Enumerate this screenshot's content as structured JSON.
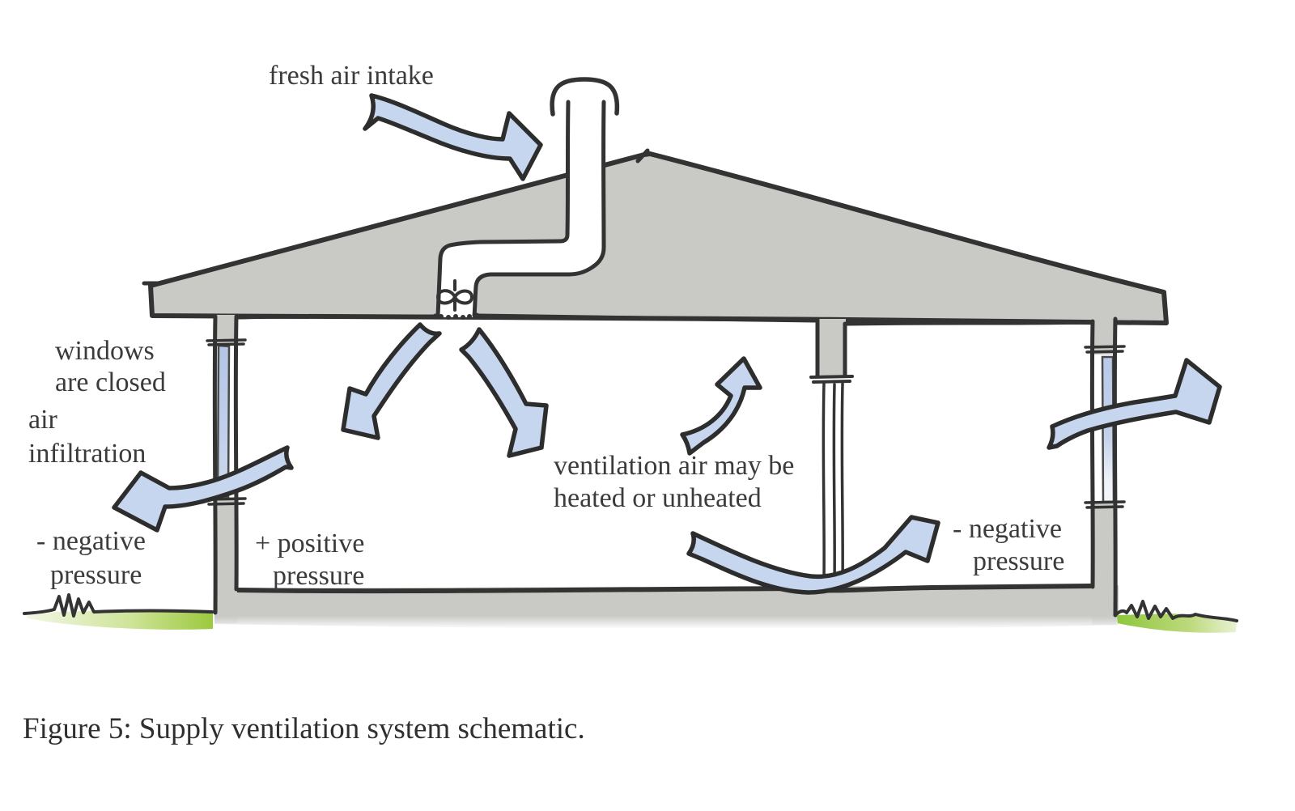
{
  "figure": {
    "type": "diagram",
    "caption": "Figure 5: Supply ventilation system schematic.",
    "labels": {
      "fresh_air_intake": {
        "lines": [
          "fresh air intake"
        ]
      },
      "windows_are_closed": {
        "lines": [
          "windows",
          "are closed"
        ]
      },
      "air_infiltration": {
        "lines": [
          "air",
          "infiltration"
        ]
      },
      "negative_pressure_left": {
        "lines": [
          "- negative",
          "pressure"
        ]
      },
      "positive_pressure": {
        "lines": [
          "+ positive",
          "pressure"
        ]
      },
      "ventilation_air": {
        "lines": [
          "ventilation air may be",
          "heated or unheated"
        ]
      },
      "negative_pressure_right": {
        "lines": [
          "- negative",
          "pressure"
        ]
      }
    },
    "colors": {
      "arrow_blue": "#c7d6ef",
      "structure_gray": "#c9c9c6",
      "window_glass_blue": "#b9c9e8",
      "grass_green": "#9cc93e",
      "outline": "#333333",
      "text": "#3b3b3b"
    }
  }
}
